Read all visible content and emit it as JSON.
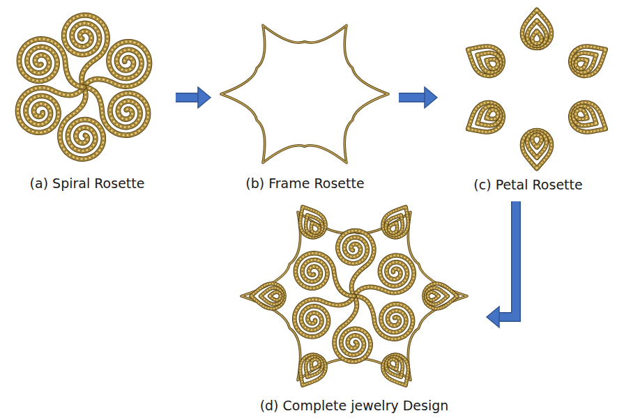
{
  "diagram": {
    "nodes": [
      {
        "text": [
          "(a) Spiral Rosette"
        ]
      },
      {
        "text": [
          "(b) Frame Rosette"
        ]
      },
      {
        "text": [
          "(c) Petal Rosette"
        ]
      },
      {
        "text": [
          "(d) Complete jewelry Design"
        ]
      }
    ],
    "edges": [
      {
        "from": 0,
        "to": 1,
        "arrow": "to"
      },
      {
        "from": 1,
        "to": 2,
        "arrow": "to"
      },
      {
        "from": 2,
        "to": 3,
        "arrow": "to"
      }
    ]
  }
}
